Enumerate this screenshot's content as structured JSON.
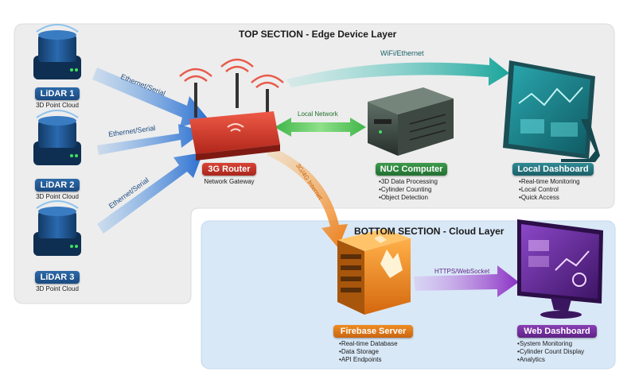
{
  "top_section": {
    "title": "TOP SECTION - Edge Device Layer"
  },
  "bottom_section": {
    "title": "BOTTOM SECTION - Cloud Layer"
  },
  "lidars": [
    {
      "label": "LiDAR 1",
      "subtitle": "3D Point Cloud"
    },
    {
      "label": "LiDAR 2",
      "subtitle": "3D Point Cloud"
    },
    {
      "label": "LiDAR 3",
      "subtitle": "3D Point Cloud"
    }
  ],
  "router": {
    "label": "3G Router",
    "subtitle": "Network Gateway"
  },
  "nuc": {
    "label": "NUC Computer",
    "bullets": [
      "3D Data Processing",
      "Cylinder Counting",
      "Object Detection"
    ]
  },
  "local_dashboard": {
    "label": "Local Dashboard",
    "bullets": [
      "Real-time Monitoring",
      "Local Control",
      "Quick Access"
    ]
  },
  "firebase": {
    "label": "Firebase Server",
    "bullets": [
      "Real-time Database",
      "Data Storage",
      "API Endpoints"
    ]
  },
  "web_dashboard": {
    "label": "Web Dashboard",
    "bullets": [
      "System Monitoring",
      "Cylinder Count Display",
      "Analytics"
    ]
  },
  "connections": {
    "lidar1": "Ethernet/Serial",
    "lidar2": "Ethernet/Serial",
    "lidar3": "Ethernet/Serial",
    "wifi": "WiFi/Ethernet",
    "local_network": "Local Network",
    "internet": "3G/4G Internet",
    "https": "HTTPS/WebSocket"
  },
  "colors": {
    "lidar_blue": "#1b4a80",
    "router_red": "#c0392b",
    "nuc_green": "#2e8540",
    "dashboard_teal": "#236e78",
    "firebase_orange": "#e07818",
    "web_purple": "#6a2a96",
    "top_panel": "#eeeeee",
    "bottom_panel": "#dce9f7"
  }
}
